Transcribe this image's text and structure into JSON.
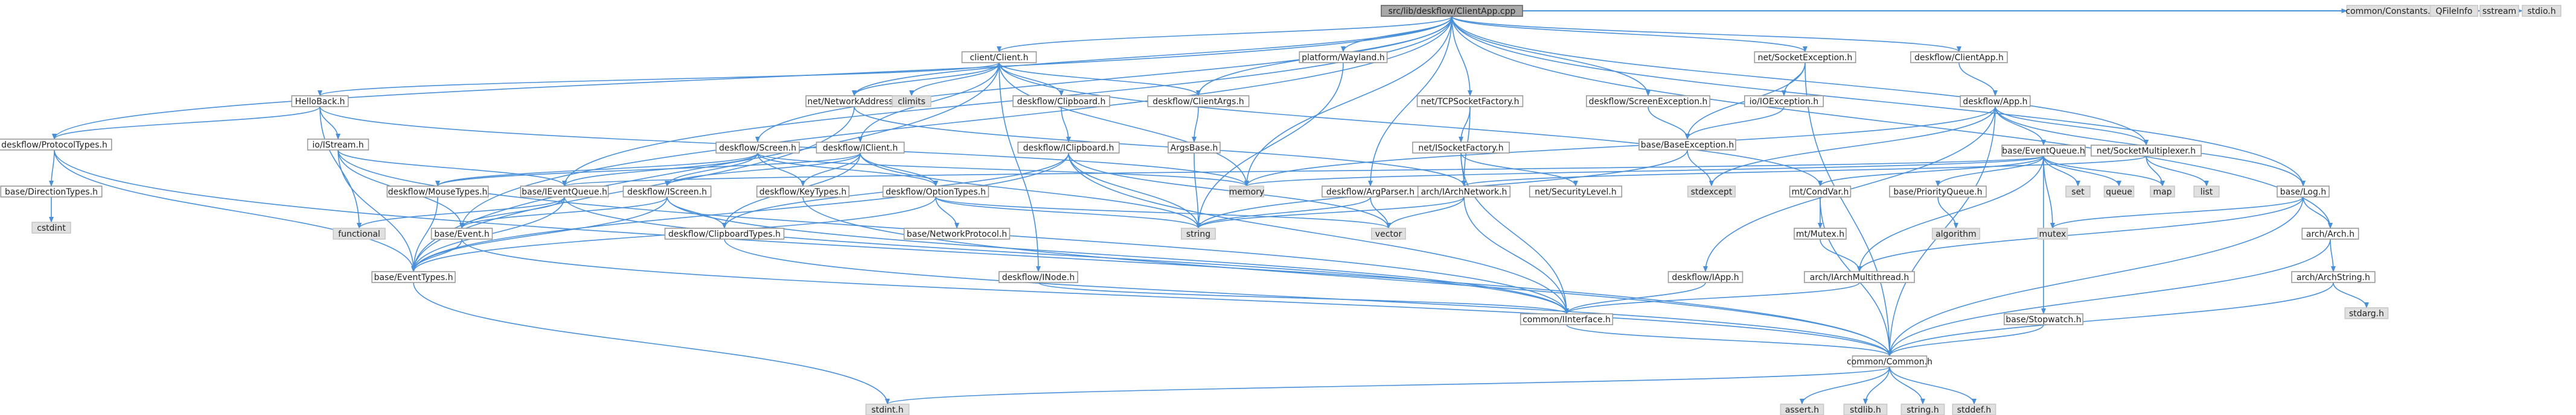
{
  "colors": {
    "root_fill": "#a9a9a9",
    "root_border": "#666666",
    "node_fill": "#ffffff",
    "node_border": "#999999",
    "external_fill": "#e0e0e0",
    "external_border": "#c8c8c8",
    "edge": "#4a90d9"
  },
  "graph": {
    "nodes": [
      {
        "id": "root",
        "label": "src/lib/deskflow/ClientApp.cpp",
        "kind": "root"
      },
      {
        "id": "client_client_h",
        "label": "client/Client.h",
        "kind": "node"
      },
      {
        "id": "platform_wayland_h",
        "label": "platform/Wayland.h",
        "kind": "node"
      },
      {
        "id": "net_socketexception_h",
        "label": "net/SocketException.h",
        "kind": "node"
      },
      {
        "id": "deskflow_clientapp_h",
        "label": "deskflow/ClientApp.h",
        "kind": "node"
      },
      {
        "id": "common_constants_h",
        "label": "common/Constants.h",
        "kind": "external"
      },
      {
        "id": "qfileinfo",
        "label": "QFileInfo",
        "kind": "external"
      },
      {
        "id": "sstream",
        "label": "sstream",
        "kind": "external"
      },
      {
        "id": "stdio_h",
        "label": "stdio.h",
        "kind": "external"
      },
      {
        "id": "hellobackh",
        "label": "HelloBack.h",
        "kind": "node"
      },
      {
        "id": "net_networkaddress_h",
        "label": "net/NetworkAddress.h",
        "kind": "node"
      },
      {
        "id": "climits",
        "label": "climits",
        "kind": "external"
      },
      {
        "id": "deskflow_clipboard_h",
        "label": "deskflow/Clipboard.h",
        "kind": "node"
      },
      {
        "id": "deskflow_clientargs_h",
        "label": "deskflow/ClientArgs.h",
        "kind": "node"
      },
      {
        "id": "net_tcpsocketfactory_h",
        "label": "net/TCPSocketFactory.h",
        "kind": "node"
      },
      {
        "id": "deskflow_screenexception_h",
        "label": "deskflow/ScreenException.h",
        "kind": "node"
      },
      {
        "id": "io_ioexception_h",
        "label": "io/IOException.h",
        "kind": "node"
      },
      {
        "id": "deskflow_app_h",
        "label": "deskflow/App.h",
        "kind": "node"
      },
      {
        "id": "deskflow_protocoltypes_h",
        "label": "deskflow/ProtocolTypes.h",
        "kind": "node"
      },
      {
        "id": "io_istream_h",
        "label": "io/IStream.h",
        "kind": "node"
      },
      {
        "id": "deskflow_screen_h",
        "label": "deskflow/Screen.h",
        "kind": "node"
      },
      {
        "id": "deskflow_iclient_h",
        "label": "deskflow/IClient.h",
        "kind": "node"
      },
      {
        "id": "deskflow_iclipboard_h",
        "label": "deskflow/IClipboard.h",
        "kind": "node"
      },
      {
        "id": "argsbase_h",
        "label": "ArgsBase.h",
        "kind": "node"
      },
      {
        "id": "net_isocketfactory_h",
        "label": "net/ISocketFactory.h",
        "kind": "node"
      },
      {
        "id": "base_baseexception_h",
        "label": "base/BaseException.h",
        "kind": "node"
      },
      {
        "id": "base_eventqueue_h_top",
        "label": "base/EventQueue.h",
        "kind": "node"
      },
      {
        "id": "net_socketmultiplexer_h",
        "label": "net/SocketMultiplexer.h",
        "kind": "node"
      },
      {
        "id": "base_directiontypes_h",
        "label": "base/DirectionTypes.h",
        "kind": "node"
      },
      {
        "id": "deskflow_mousetypes_h",
        "label": "deskflow/MouseTypes.h",
        "kind": "node"
      },
      {
        "id": "base_ieventqueue_h",
        "label": "base/IEventQueue.h",
        "kind": "node"
      },
      {
        "id": "deskflow_iscreen_h",
        "label": "deskflow/IScreen.h",
        "kind": "node"
      },
      {
        "id": "deskflow_keytypes_h",
        "label": "deskflow/KeyTypes.h",
        "kind": "node"
      },
      {
        "id": "deskflow_optiontypes_h",
        "label": "deskflow/OptionTypes.h",
        "kind": "node"
      },
      {
        "id": "memory",
        "label": "memory",
        "kind": "external"
      },
      {
        "id": "deskflow_argparser_h",
        "label": "deskflow/ArgParser.h",
        "kind": "node"
      },
      {
        "id": "arch_iarchnetwork_h",
        "label": "arch/IArchNetwork.h",
        "kind": "node"
      },
      {
        "id": "net_isecuritylevel_h",
        "label": "net/SecurityLevel.h",
        "kind": "node"
      },
      {
        "id": "stdexcept",
        "label": "stdexcept",
        "kind": "external"
      },
      {
        "id": "mt_condvar_h",
        "label": "mt/CondVar.h",
        "kind": "node"
      },
      {
        "id": "base_priorityqueue_h",
        "label": "base/PriorityQueue.h",
        "kind": "node"
      },
      {
        "id": "set",
        "label": "set",
        "kind": "external"
      },
      {
        "id": "queue",
        "label": "queue",
        "kind": "external"
      },
      {
        "id": "map",
        "label": "map",
        "kind": "external"
      },
      {
        "id": "list",
        "label": "list",
        "kind": "external"
      },
      {
        "id": "base_log_h",
        "label": "base/Log.h",
        "kind": "node"
      },
      {
        "id": "cstdint",
        "label": "cstdint",
        "kind": "external"
      },
      {
        "id": "functional",
        "label": "functional",
        "kind": "external"
      },
      {
        "id": "base_event_h",
        "label": "base/Event.h",
        "kind": "node"
      },
      {
        "id": "deskflow_clipboardtypes_h",
        "label": "deskflow/ClipboardTypes.h",
        "kind": "node"
      },
      {
        "id": "base_networkprotocol_h",
        "label": "base/NetworkProtocol.h",
        "kind": "node"
      },
      {
        "id": "string",
        "label": "string",
        "kind": "external"
      },
      {
        "id": "vector",
        "label": "vector",
        "kind": "external"
      },
      {
        "id": "mt_mutex_h",
        "label": "mt/Mutex.h",
        "kind": "node"
      },
      {
        "id": "algorithm",
        "label": "algorithm",
        "kind": "external"
      },
      {
        "id": "mutex",
        "label": "mutex",
        "kind": "external"
      },
      {
        "id": "arch_arch_h",
        "label": "arch/Arch.h",
        "kind": "node"
      },
      {
        "id": "base_eventtypes_h",
        "label": "base/EventTypes.h",
        "kind": "node"
      },
      {
        "id": "deskflow_inode_h",
        "label": "deskflow/INode.h",
        "kind": "node"
      },
      {
        "id": "deskflow_iapp_h",
        "label": "deskflow/IApp.h",
        "kind": "node"
      },
      {
        "id": "arch_iarchmultithread_h",
        "label": "arch/IArchMultithread.h",
        "kind": "node"
      },
      {
        "id": "arch_archstring_h",
        "label": "arch/ArchString.h",
        "kind": "node"
      },
      {
        "id": "stdarg_h",
        "label": "stdarg.h",
        "kind": "external"
      },
      {
        "id": "common_interface_h",
        "label": "common/IInterface.h",
        "kind": "node"
      },
      {
        "id": "base_stopwatch_h",
        "label": "base/Stopwatch.h",
        "kind": "node"
      },
      {
        "id": "common_common_h",
        "label": "common/Common.h",
        "kind": "node"
      },
      {
        "id": "stdint_h",
        "label": "stdint.h",
        "kind": "external"
      },
      {
        "id": "assert_h",
        "label": "assert.h",
        "kind": "external"
      },
      {
        "id": "stdlib_h",
        "label": "stdlib.h",
        "kind": "external"
      },
      {
        "id": "string_h",
        "label": "string.h",
        "kind": "external"
      },
      {
        "id": "stddef_h",
        "label": "stddef.h",
        "kind": "external"
      }
    ],
    "edges": [
      [
        "root",
        "client_client_h"
      ],
      [
        "root",
        "platform_wayland_h"
      ],
      [
        "root",
        "net_socketexception_h"
      ],
      [
        "root",
        "deskflow_clientapp_h"
      ],
      [
        "root",
        "common_constants_h"
      ],
      [
        "root",
        "qfileinfo"
      ],
      [
        "root",
        "sstream"
      ],
      [
        "root",
        "stdio_h"
      ],
      [
        "root",
        "deskflow_protocoltypes_h"
      ],
      [
        "root",
        "net_networkaddress_h"
      ],
      [
        "root",
        "deskflow_clientargs_h"
      ],
      [
        "root",
        "net_tcpsocketfactory_h"
      ],
      [
        "root",
        "deskflow_screenexception_h"
      ],
      [
        "root",
        "deskflow_screen_h"
      ],
      [
        "root",
        "memory"
      ],
      [
        "root",
        "deskflow_argparser_h"
      ],
      [
        "root",
        "net_socketmultiplexer_h"
      ],
      [
        "root",
        "base_log_h"
      ],
      [
        "root",
        "arch_arch_h"
      ],
      [
        "root",
        "base_ieventqueue_h"
      ],
      [
        "root",
        "base_event_h"
      ],
      [
        "client_client_h",
        "hellobackh"
      ],
      [
        "client_client_h",
        "net_networkaddress_h"
      ],
      [
        "client_client_h",
        "climits"
      ],
      [
        "client_client_h",
        "deskflow_clipboard_h"
      ],
      [
        "client_client_h",
        "deskflow_clientargs_h"
      ],
      [
        "client_client_h",
        "deskflow_iclient_h"
      ],
      [
        "client_client_h",
        "deskflow_inode_h"
      ],
      [
        "client_client_h",
        "mt_condvar_h"
      ],
      [
        "client_client_h",
        "memory"
      ],
      [
        "client_client_h",
        "base_eventtypes_h"
      ],
      [
        "hellobackh",
        "deskflow_protocoltypes_h"
      ],
      [
        "hellobackh",
        "io_istream_h"
      ],
      [
        "hellobackh",
        "functional"
      ],
      [
        "hellobackh",
        "memory"
      ],
      [
        "deskflow_protocoltypes_h",
        "base_directiontypes_h"
      ],
      [
        "deskflow_protocoltypes_h",
        "base_eventtypes_h"
      ],
      [
        "deskflow_protocoltypes_h",
        "common_common_h"
      ],
      [
        "base_directiontypes_h",
        "cstdint"
      ],
      [
        "io_istream_h",
        "base_ieventqueue_h"
      ],
      [
        "io_istream_h",
        "base_event_h"
      ],
      [
        "io_istream_h",
        "common_interface_h"
      ],
      [
        "io_istream_h",
        "base_eventtypes_h"
      ],
      [
        "net_networkaddress_h",
        "arch_iarchnetwork_h"
      ],
      [
        "net_networkaddress_h",
        "base_eventtypes_h"
      ],
      [
        "deskflow_clipboard_h",
        "deskflow_iclipboard_h"
      ],
      [
        "deskflow_iclipboard_h",
        "deskflow_clipboardtypes_h"
      ],
      [
        "deskflow_iclipboard_h",
        "common_interface_h"
      ],
      [
        "deskflow_iclipboard_h",
        "string"
      ],
      [
        "deskflow_iclipboard_h",
        "vector"
      ],
      [
        "deskflow_iclipboard_h",
        "base_eventtypes_h"
      ],
      [
        "deskflow_clientargs_h",
        "argsbase_h"
      ],
      [
        "argsbase_h",
        "string"
      ],
      [
        "deskflow_iclient_h",
        "deskflow_clipboardtypes_h"
      ],
      [
        "deskflow_iclient_h",
        "deskflow_iscreen_h"
      ],
      [
        "deskflow_iclient_h",
        "deskflow_keytypes_h"
      ],
      [
        "deskflow_iclient_h",
        "deskflow_mousetypes_h"
      ],
      [
        "deskflow_iclient_h",
        "deskflow_optiontypes_h"
      ],
      [
        "deskflow_iclient_h",
        "string"
      ],
      [
        "deskflow_screen_h",
        "deskflow_iscreen_h"
      ],
      [
        "deskflow_screen_h",
        "deskflow_keytypes_h"
      ],
      [
        "deskflow_screen_h",
        "deskflow_mousetypes_h"
      ],
      [
        "deskflow_screen_h",
        "deskflow_optiontypes_h"
      ],
      [
        "deskflow_screen_h",
        "base_ieventqueue_h"
      ],
      [
        "deskflow_screen_h",
        "memory"
      ],
      [
        "deskflow_iscreen_h",
        "deskflow_clipboardtypes_h"
      ],
      [
        "deskflow_iscreen_h",
        "base_event_h"
      ],
      [
        "deskflow_iscreen_h",
        "common_interface_h"
      ],
      [
        "deskflow_iscreen_h",
        "base_eventtypes_h"
      ],
      [
        "deskflow_optiontypes_h",
        "base_networkprotocol_h"
      ],
      [
        "deskflow_optiontypes_h",
        "string"
      ],
      [
        "deskflow_optiontypes_h",
        "vector"
      ],
      [
        "deskflow_optiontypes_h",
        "base_eventtypes_h"
      ],
      [
        "deskflow_keytypes_h",
        "common_common_h"
      ],
      [
        "deskflow_mousetypes_h",
        "base_eventtypes_h"
      ],
      [
        "base_ieventqueue_h",
        "base_event_h"
      ],
      [
        "base_ieventqueue_h",
        "common_interface_h"
      ],
      [
        "base_ieventqueue_h",
        "functional"
      ],
      [
        "base_ieventqueue_h",
        "base_eventtypes_h"
      ],
      [
        "base_event_h",
        "base_eventtypes_h"
      ],
      [
        "base_event_h",
        "common_common_h"
      ],
      [
        "base_eventtypes_h",
        "stdint_h"
      ],
      [
        "deskflow_clipboardtypes_h",
        "common_common_h"
      ],
      [
        "deskflow_inode_h",
        "common_interface_h"
      ],
      [
        "platform_wayland_h",
        "string"
      ],
      [
        "net_socketexception_h",
        "io_ioexception_h"
      ],
      [
        "net_socketexception_h",
        "base_baseexception_h"
      ],
      [
        "net_socketexception_h",
        "common_common_h"
      ],
      [
        "io_ioexception_h",
        "base_baseexception_h"
      ],
      [
        "base_baseexception_h",
        "stdexcept"
      ],
      [
        "base_baseexception_h",
        "string"
      ],
      [
        "net_tcpsocketfactory_h",
        "net_isocketfactory_h"
      ],
      [
        "net_tcpsocketfactory_h",
        "arch_iarchnetwork_h"
      ],
      [
        "net_isocketfactory_h",
        "net_isecuritylevel_h"
      ],
      [
        "net_isocketfactory_h",
        "arch_iarchnetwork_h"
      ],
      [
        "net_isocketfactory_h",
        "common_interface_h"
      ],
      [
        "arch_iarchnetwork_h",
        "common_interface_h"
      ],
      [
        "arch_iarchnetwork_h",
        "string"
      ],
      [
        "arch_iarchnetwork_h",
        "vector"
      ],
      [
        "deskflow_screenexception_h",
        "base_baseexception_h"
      ],
      [
        "deskflow_clientapp_h",
        "deskflow_app_h"
      ],
      [
        "deskflow_app_h",
        "base_eventqueue_h_top"
      ],
      [
        "deskflow_app_h",
        "net_socketmultiplexer_h"
      ],
      [
        "deskflow_app_h",
        "base_log_h"
      ],
      [
        "deskflow_app_h",
        "deskflow_iapp_h"
      ],
      [
        "deskflow_app_h",
        "common_common_h"
      ],
      [
        "deskflow_app_h",
        "memory"
      ],
      [
        "deskflow_app_h",
        "stdexcept"
      ],
      [
        "base_eventqueue_h_top",
        "mt_condvar_h"
      ],
      [
        "base_eventqueue_h_top",
        "base_priorityqueue_h"
      ],
      [
        "base_eventqueue_h_top",
        "base_stopwatch_h"
      ],
      [
        "base_eventqueue_h_top",
        "set"
      ],
      [
        "base_eventqueue_h_top",
        "queue"
      ],
      [
        "base_eventqueue_h_top",
        "map"
      ],
      [
        "base_eventqueue_h_top",
        "memory"
      ],
      [
        "base_eventqueue_h_top",
        "mutex"
      ],
      [
        "base_eventqueue_h_top",
        "arch_iarchmultithread_h"
      ],
      [
        "base_eventqueue_h_top",
        "base_ieventqueue_h"
      ],
      [
        "base_priorityqueue_h",
        "algorithm"
      ],
      [
        "net_socketmultiplexer_h",
        "arch_iarchnetwork_h"
      ],
      [
        "net_socketmultiplexer_h",
        "list"
      ],
      [
        "net_socketmultiplexer_h",
        "map"
      ],
      [
        "mt_condvar_h",
        "mt_mutex_h"
      ],
      [
        "mt_condvar_h",
        "common_common_h"
      ],
      [
        "mt_mutex_h",
        "arch_iarchmultithread_h"
      ],
      [
        "arch_iarchmultithread_h",
        "common_interface_h"
      ],
      [
        "base_log_h",
        "arch_arch_h"
      ],
      [
        "base_log_h",
        "arch_iarchmultithread_h"
      ],
      [
        "base_log_h",
        "common_common_h"
      ],
      [
        "base_log_h",
        "mutex"
      ],
      [
        "arch_arch_h",
        "arch_archstring_h"
      ],
      [
        "arch_arch_h",
        "common_common_h"
      ],
      [
        "arch_archstring_h",
        "stdarg_h"
      ],
      [
        "arch_archstring_h",
        "common_common_h"
      ],
      [
        "deskflow_argparser_h",
        "string"
      ],
      [
        "deskflow_argparser_h",
        "vector"
      ],
      [
        "deskflow_iapp_h",
        "common_interface_h"
      ],
      [
        "base_stopwatch_h",
        "common_common_h"
      ],
      [
        "common_interface_h",
        "common_common_h"
      ],
      [
        "common_common_h",
        "stdint_h"
      ],
      [
        "common_common_h",
        "assert_h"
      ],
      [
        "common_common_h",
        "stdlib_h"
      ],
      [
        "common_common_h",
        "string_h"
      ],
      [
        "common_common_h",
        "stddef_h"
      ]
    ]
  }
}
